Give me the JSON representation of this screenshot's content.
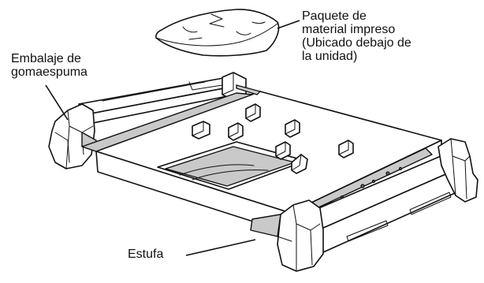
{
  "callouts": {
    "paquete": {
      "line1": "Paquete de",
      "line2": "material impreso",
      "line3": "(Ubicado debajo de",
      "line4": "la unidad)"
    },
    "embalaje": {
      "line1": "Embalaje de",
      "line2": "gomaespuma"
    },
    "estufa": {
      "line1": "Estufa"
    }
  }
}
